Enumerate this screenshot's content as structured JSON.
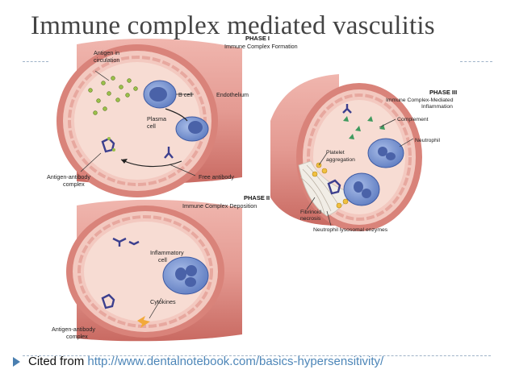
{
  "title": "Immune complex mediated vasculitis",
  "phase1": {
    "heading": "PHASE I",
    "subheading": "Immune Complex Formation",
    "antigen_line1": "Antigen in",
    "antigen_line2": "circulation",
    "b_cell": "B cell",
    "endothelium": "Endothelium",
    "plasma_line1": "Plasma",
    "plasma_line2": "cell",
    "complex_line1": "Antigen-antibody",
    "complex_line2": "complex",
    "free_antibody": "Free antibody"
  },
  "phase2": {
    "heading": "PHASE II",
    "subheading": "Immune Complex Deposition",
    "inflam_line1": "Inflammatory",
    "inflam_line2": "cell",
    "cytokines": "Cytokines",
    "complex_line1": "Antigen-antibody",
    "complex_line2": "complex"
  },
  "phase3": {
    "heading": "PHASE III",
    "sub_line1": "Immune Complex-Mediated",
    "sub_line2": "Inflammation",
    "complement": "Complement",
    "neutrophil": "Neutrophil",
    "platelet_line1": "Platelet",
    "platelet_line2": "aggregation",
    "fibrinoid_line1": "Fibrinoid",
    "fibrinoid_line2": "necrosis",
    "enzymes": "Neutrophil lysosomal enzymes"
  },
  "citation": {
    "prefix": "Cited from",
    "url": "http://www.dentalnotebook.com/basics-hypersensitivity/"
  },
  "colors": {
    "vessel_outer": "#e9a19a",
    "vessel_dark": "#c9665d",
    "lumen": "#f6d9cf",
    "cell_blue": "#6f8fcf",
    "nucleus": "#4a62a8",
    "antibody": "#3c3f8e",
    "antigen": "#9bc04a",
    "accent_link": "#4d86b8"
  }
}
